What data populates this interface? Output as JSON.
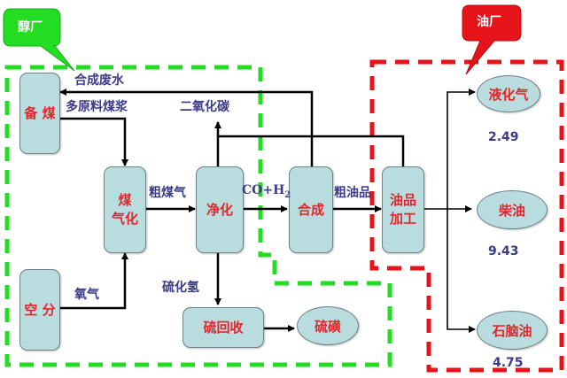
{
  "callouts": {
    "alcohol_plant": "醇厂",
    "oil_plant": "油厂"
  },
  "colors": {
    "alcohol_plant": "#22dd22",
    "oil_plant": "#e5141a",
    "box_fill": "#b9dcdf",
    "box_text": "#e5252a",
    "label_text": "#3b3b8c"
  },
  "units": {
    "coal_prep": "备 煤",
    "air_sep": "空 分",
    "gasification_line1": "煤",
    "gasification_line2": "气化",
    "purification": "净化",
    "synthesis": "合成",
    "oil_processing_line1": "油品",
    "oil_processing_line2": "加工",
    "sulfur_recovery": "硫回收"
  },
  "products": {
    "sulfur": "硫磺",
    "lpg": "液化气",
    "diesel": "柴油",
    "naphtha": "石脑油"
  },
  "flows": {
    "waste_water": "合成废水",
    "coal_slurry": "多原料煤浆",
    "co2": "二氧化碳",
    "oxygen": "氧气",
    "raw_gas": "粗煤气",
    "syngas": "CO+H",
    "syngas_sub": "2",
    "h2s": "硫化氢",
    "crude_oil": "粗油品"
  },
  "values": {
    "lpg": "2.49",
    "diesel": "9.43",
    "naphtha": "4.75"
  }
}
